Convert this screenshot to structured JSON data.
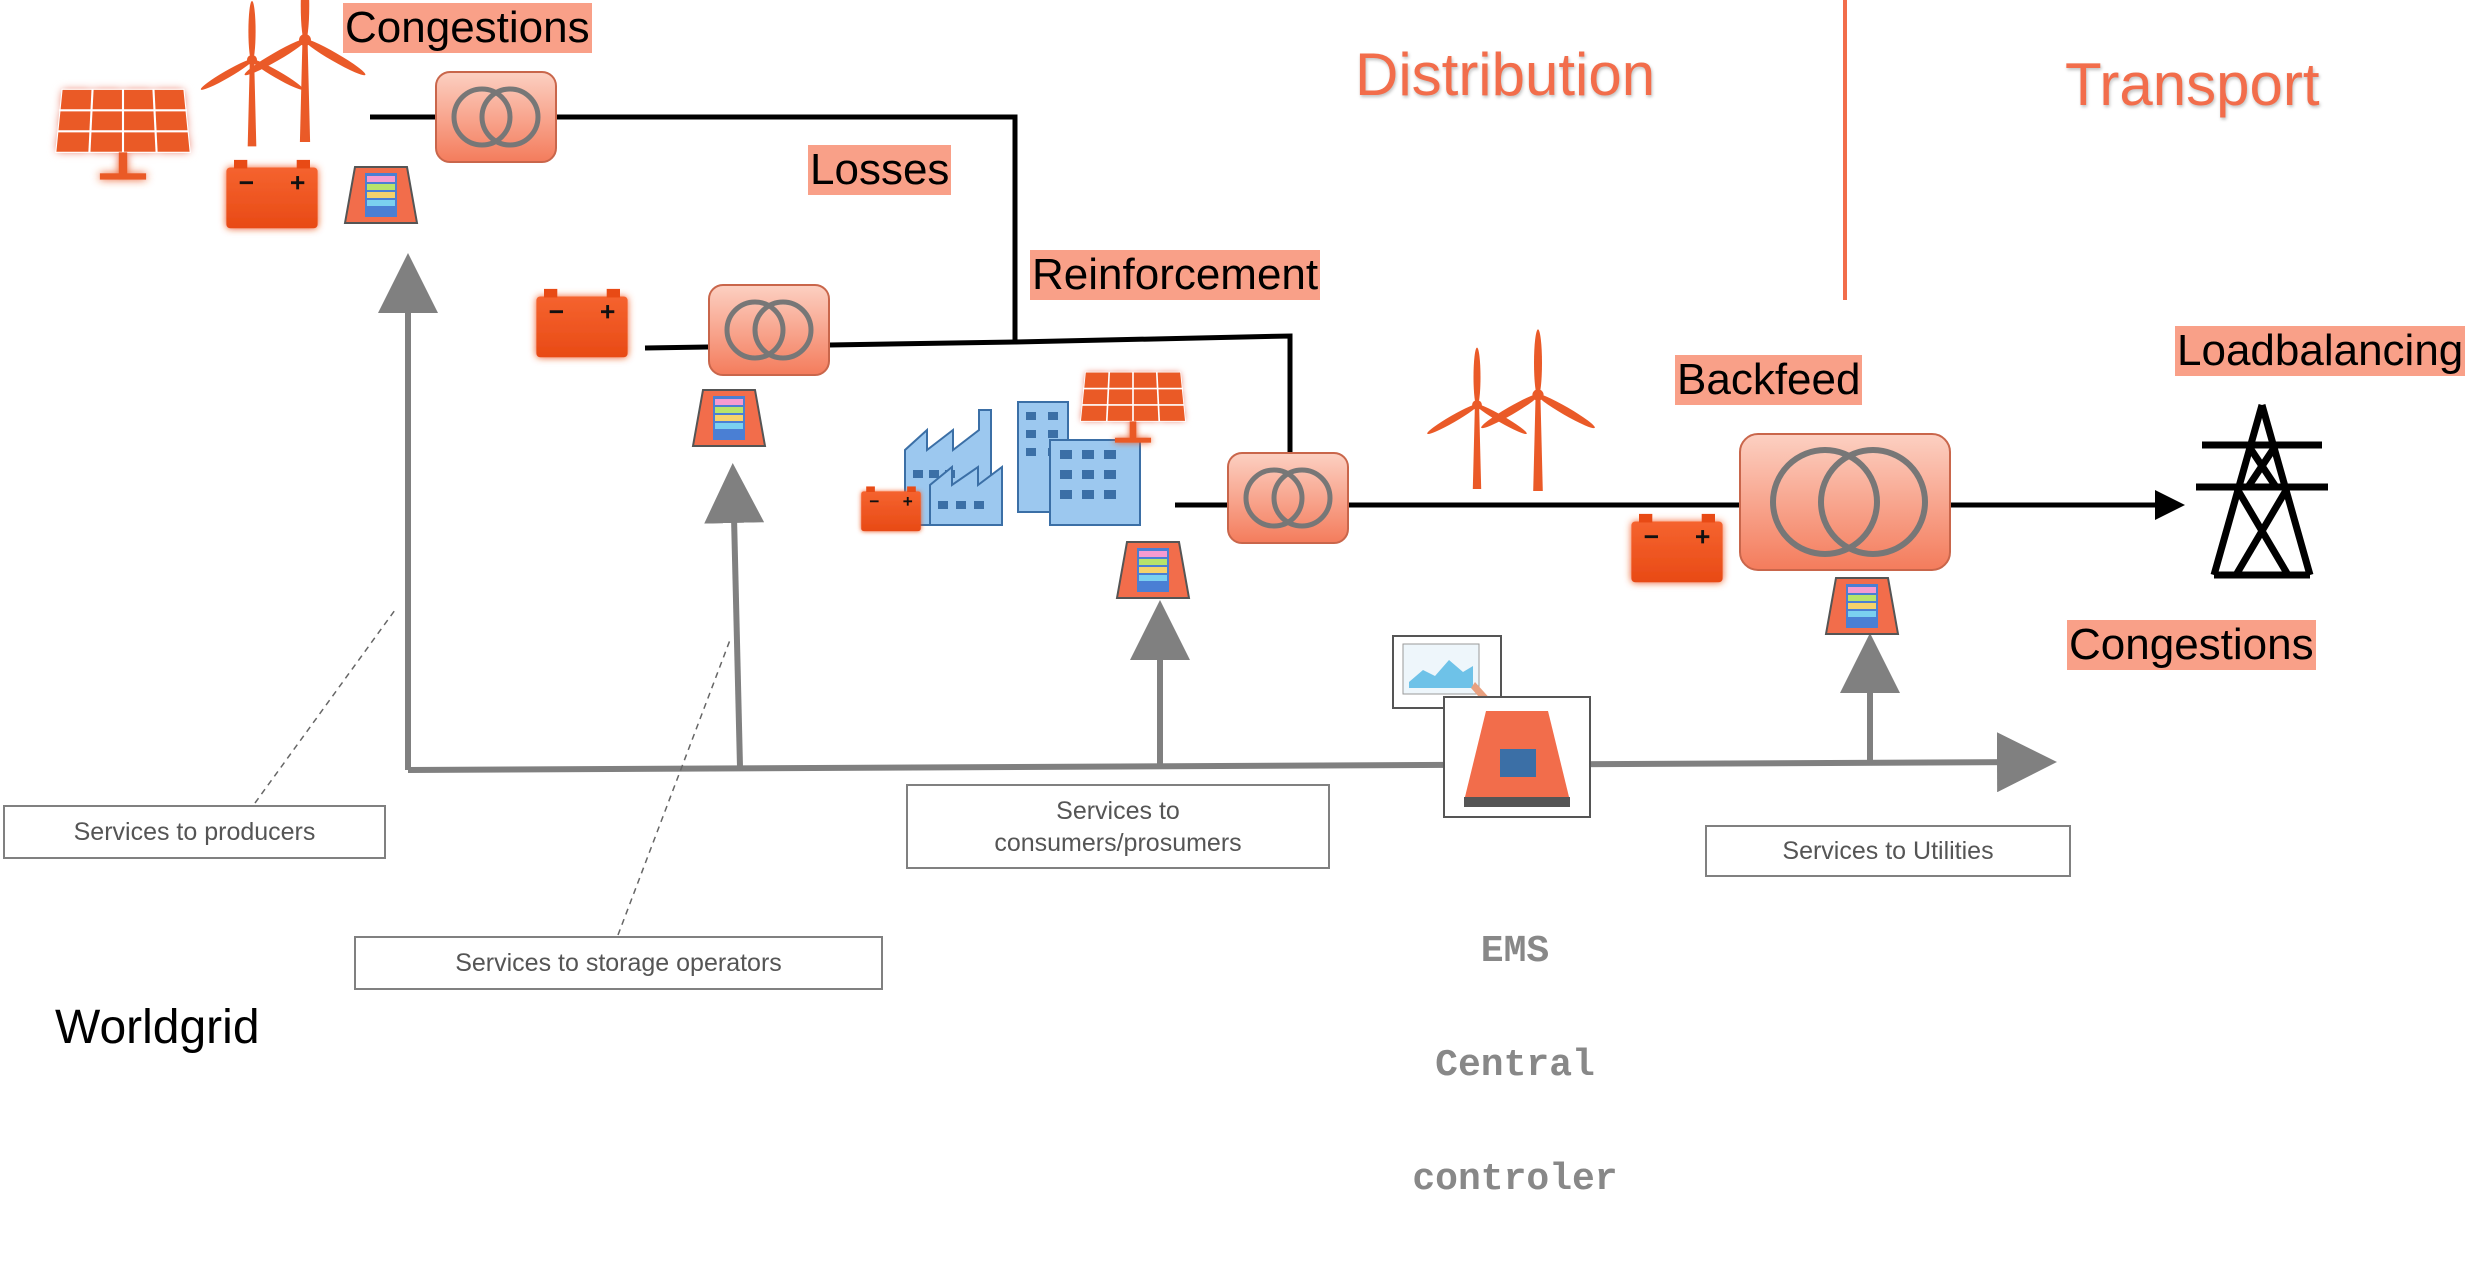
{
  "regions": {
    "distribution": "Distribution",
    "transport": "Transport"
  },
  "issues": {
    "congestions_top": "Congestions",
    "losses": "Losses",
    "reinforcement": "Reinforcement",
    "backfeed": "Backfeed",
    "loadbalancing": "Loadbalancing",
    "congestions_right": "Congestions"
  },
  "services": {
    "producers": "Services to producers",
    "storage": "Services to storage operators",
    "consumers_line1": "Services to",
    "consumers_line2": "consumers/prosumers",
    "utilities": "Services to Utilities"
  },
  "ems": {
    "line1": "EMS",
    "line2": "Central",
    "line3": "controler"
  },
  "footer": "Worldgrid",
  "colors": {
    "accent": "#f26d4b",
    "tag_bg": "#f9a088",
    "transformer_bg": "#f7a48c",
    "service_line": "#808080",
    "building": "#9cc8ef"
  },
  "icons": [
    "solar-panel-icon",
    "wind-turbine-icon",
    "battery-icon",
    "transformer-icon",
    "meter-icon",
    "factory-icon",
    "office-building-icon",
    "pylon-icon",
    "tablet-icon",
    "ems-unit-icon"
  ]
}
